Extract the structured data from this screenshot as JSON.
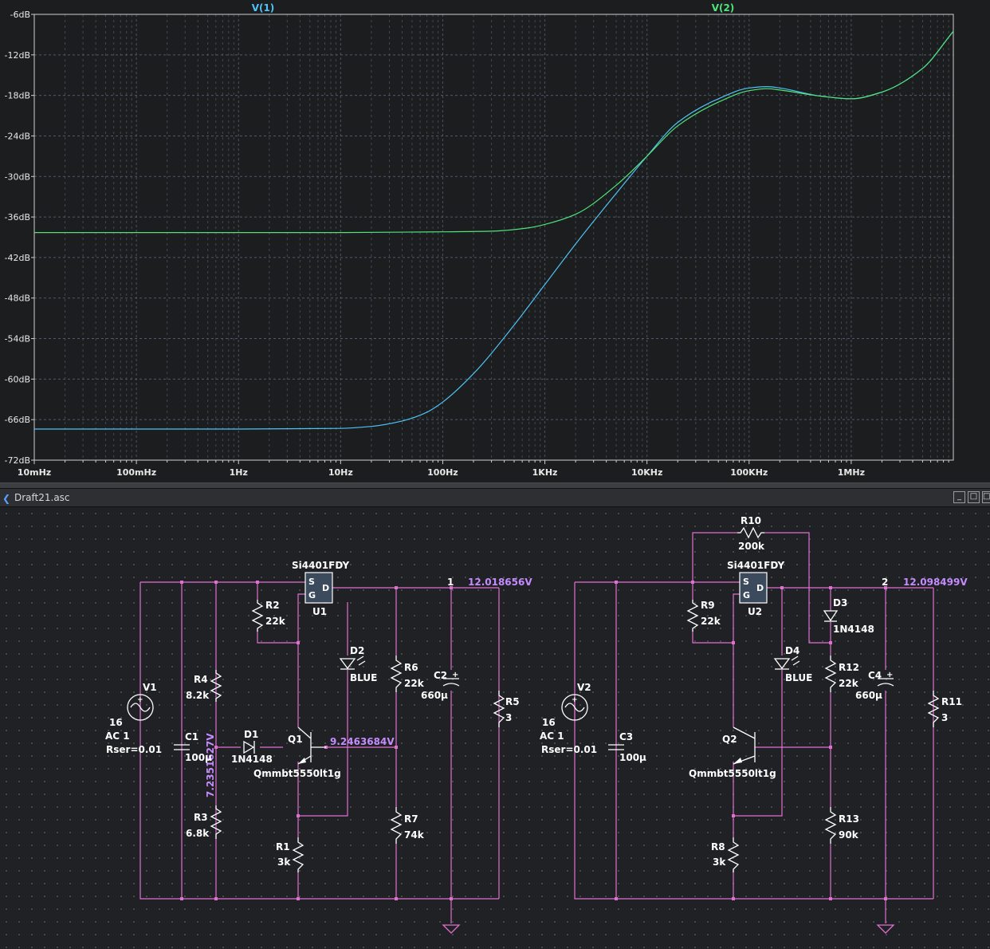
{
  "plot": {
    "traces": [
      {
        "name": "V(1)",
        "color": "#4fc3f7"
      },
      {
        "name": "V(2)",
        "color": "#50e37a"
      }
    ],
    "colors": {
      "grid": "#4e5a6e",
      "frame": "#cfcfcf",
      "text": "#e8e8e8",
      "background": "#1c1d1f"
    }
  },
  "chart_data": {
    "type": "line",
    "x_scale": "log",
    "xlim_hz": [
      0.01,
      10000000
    ],
    "ylim_db": [
      -72,
      -6
    ],
    "grid": true,
    "y_ticks": [
      "-6dB",
      "-12dB",
      "-18dB",
      "-24dB",
      "-30dB",
      "-36dB",
      "-42dB",
      "-48dB",
      "-54dB",
      "-60dB",
      "-66dB",
      "-72dB"
    ],
    "x_ticks": [
      "10mHz",
      "100mHz",
      "1Hz",
      "10Hz",
      "100Hz",
      "1KHz",
      "10KHz",
      "100KHz",
      "1MHz"
    ],
    "series": [
      {
        "name": "V(1)",
        "color": "#4fc3f7",
        "x_hz": [
          0.01,
          1,
          10,
          20,
          40,
          70,
          100,
          200,
          500,
          1000,
          2000,
          5000,
          10000,
          20000,
          50000,
          100000,
          150000,
          200000,
          500000,
          1000000,
          2000000,
          5000000,
          10000000
        ],
        "y_db": [
          -67.4,
          -67.4,
          -67.3,
          -67.0,
          -66.2,
          -64.9,
          -63.4,
          -59.2,
          -52.0,
          -46.0,
          -40.0,
          -32.5,
          -27.0,
          -22.0,
          -18.5,
          -16.9,
          -16.7,
          -16.9,
          -18.1,
          -18.5,
          -17.5,
          -14.0,
          -8.5
        ]
      },
      {
        "name": "V(2)",
        "color": "#50e37a",
        "x_hz": [
          0.01,
          1,
          10,
          100,
          300,
          700,
          1000,
          2000,
          5000,
          10000,
          20000,
          50000,
          100000,
          150000,
          200000,
          500000,
          1000000,
          2000000,
          5000000,
          10000000
        ],
        "y_db": [
          -38.3,
          -38.3,
          -38.3,
          -38.2,
          -38.1,
          -37.6,
          -37.1,
          -35.6,
          -31.3,
          -27.0,
          -22.5,
          -19.0,
          -17.3,
          -17.0,
          -17.2,
          -18.1,
          -18.5,
          -17.5,
          -14.0,
          -8.5
        ]
      }
    ]
  },
  "window": {
    "title": "Draft21.asc",
    "minimize": "_",
    "maximize": "□",
    "close": "□"
  },
  "schematic": {
    "colors": {
      "wire": "#e070d0",
      "component": "#ffffff",
      "label": "#ffffff",
      "net_label": "#c58cff",
      "symbol_fill": "#3b4a5c"
    },
    "left": {
      "mosfet": {
        "ref": "U1",
        "model": "Si4401FDY",
        "s": "S",
        "g": "G",
        "d": "D"
      },
      "node": "1",
      "node_voltage": "12.018656V",
      "q_voltage": "9.2463684V",
      "r3_voltage": "7.2351627V",
      "source": {
        "ref": "V1",
        "value": "16",
        "ac": "AC 1",
        "rser": "Rser=0.01"
      },
      "R1": {
        "ref": "R1",
        "value": "3k"
      },
      "R2": {
        "ref": "R2",
        "value": "22k"
      },
      "R3": {
        "ref": "R3",
        "value": "6.8k"
      },
      "R4": {
        "ref": "R4",
        "value": "8.2k"
      },
      "R5": {
        "ref": "R5",
        "value": "3"
      },
      "R6": {
        "ref": "R6",
        "value": "22k"
      },
      "R7": {
        "ref": "R7",
        "value": "74k"
      },
      "C1": {
        "ref": "C1",
        "value": "100µ"
      },
      "C2": {
        "ref": "C2",
        "value": "660µ"
      },
      "D1": {
        "ref": "D1",
        "value": "1N4148"
      },
      "D2": {
        "ref": "D2",
        "value": "BLUE"
      },
      "Q1": {
        "ref": "Q1",
        "model": "Qmmbt5550lt1g"
      }
    },
    "right": {
      "mosfet": {
        "ref": "U2",
        "model": "Si4401FDY",
        "s": "S",
        "g": "G",
        "d": "D"
      },
      "node": "2",
      "node_voltage": "12.098499V",
      "source": {
        "ref": "V2",
        "value": "16",
        "ac": "AC 1",
        "rser": "Rser=0.01"
      },
      "R8": {
        "ref": "R8",
        "value": "3k"
      },
      "R9": {
        "ref": "R9",
        "value": "22k"
      },
      "R10": {
        "ref": "R10",
        "value": "200k"
      },
      "R11": {
        "ref": "R11",
        "value": "3"
      },
      "R12": {
        "ref": "R12",
        "value": "22k"
      },
      "R13": {
        "ref": "R13",
        "value": "90k"
      },
      "C3": {
        "ref": "C3",
        "value": "100µ"
      },
      "C4": {
        "ref": "C4",
        "value": "660µ"
      },
      "D3": {
        "ref": "D3",
        "value": "1N4148"
      },
      "D4": {
        "ref": "D4",
        "value": "BLUE"
      },
      "Q2": {
        "ref": "Q2",
        "model": "Qmmbt5550lt1g"
      }
    }
  }
}
